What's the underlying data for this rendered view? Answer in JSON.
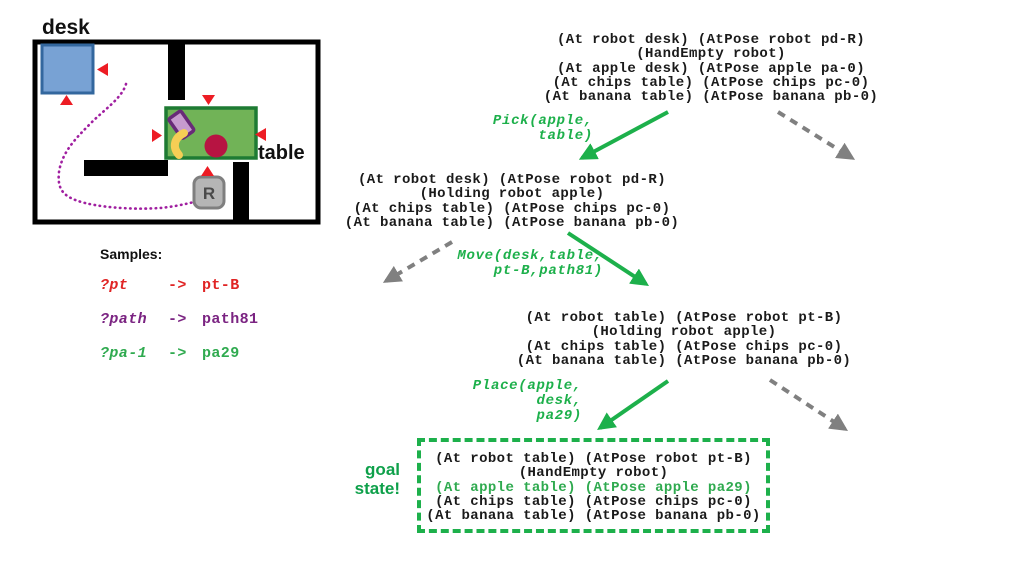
{
  "map": {
    "desk_label": "desk",
    "table_label": "table",
    "robot_label": "R",
    "colors": {
      "wall": "#000000",
      "desk_fill": "#78A2D4",
      "desk_border": "#33679E",
      "table_fill": "#71B357",
      "table_border": "#1E7B33",
      "apple": "#B71442",
      "banana": "#F6CE55",
      "chips_fill": "#C79BCE",
      "chips_border": "#682A78",
      "robot_fill": "#B5B5B5",
      "marker_red": "#ED1C24",
      "path_purple": "#A01FA0"
    }
  },
  "samples": {
    "title": "Samples:",
    "rows": [
      {
        "var": "?pt",
        "arrow": "->",
        "value": "pt-B",
        "color": "#E02424"
      },
      {
        "var": "?path",
        "arrow": "->",
        "value": "path81",
        "color": "#7B2482"
      },
      {
        "var": "?pa-1",
        "arrow": "->",
        "value": "pa29",
        "color": "#2FAA4F"
      }
    ]
  },
  "tree": {
    "colors": {
      "action_green": "#1DB04B",
      "edge_gray": "#808080",
      "goal_border": "#1DB04B",
      "goal_text_green": "#2FAA4F",
      "goal_label_green": "#0EA04A"
    },
    "states": {
      "initial": {
        "lines": [
          "(At robot desk) (AtPose robot pd-R)",
          "(HandEmpty robot)",
          "(At apple desk) (AtPose apple pa-0)",
          "(At chips table) (AtPose chips pc-0)",
          "(At banana table) (AtPose banana pb-0)"
        ]
      },
      "after_pick": {
        "lines": [
          "(At robot desk) (AtPose robot pd-R)",
          "(Holding robot apple)",
          "(At chips table) (AtPose chips pc-0)",
          "(At banana table) (AtPose banana pb-0)"
        ]
      },
      "after_move": {
        "lines": [
          "(At robot table) (AtPose robot pt-B)",
          "(Holding robot apple)",
          "(At chips table) (AtPose chips pc-0)",
          "(At banana table) (AtPose banana pb-0)"
        ]
      },
      "goal": {
        "label_line1": "goal",
        "label_line2": "state!",
        "lines": [
          "(At robot table) (AtPose robot pt-B)",
          "(HandEmpty robot)",
          "(At apple table) (AtPose apple pa29)",
          "(At chips table) (AtPose chips pc-0)",
          "(At banana table) (AtPose banana pb-0)"
        ]
      }
    },
    "actions": {
      "pick": {
        "lines": [
          "Pick(apple,",
          "table)"
        ]
      },
      "move": {
        "lines": [
          "Move(desk,table,",
          "pt-B,path81)"
        ]
      },
      "place": {
        "lines": [
          "Place(apple,",
          "desk,",
          "pa29)"
        ]
      }
    }
  }
}
